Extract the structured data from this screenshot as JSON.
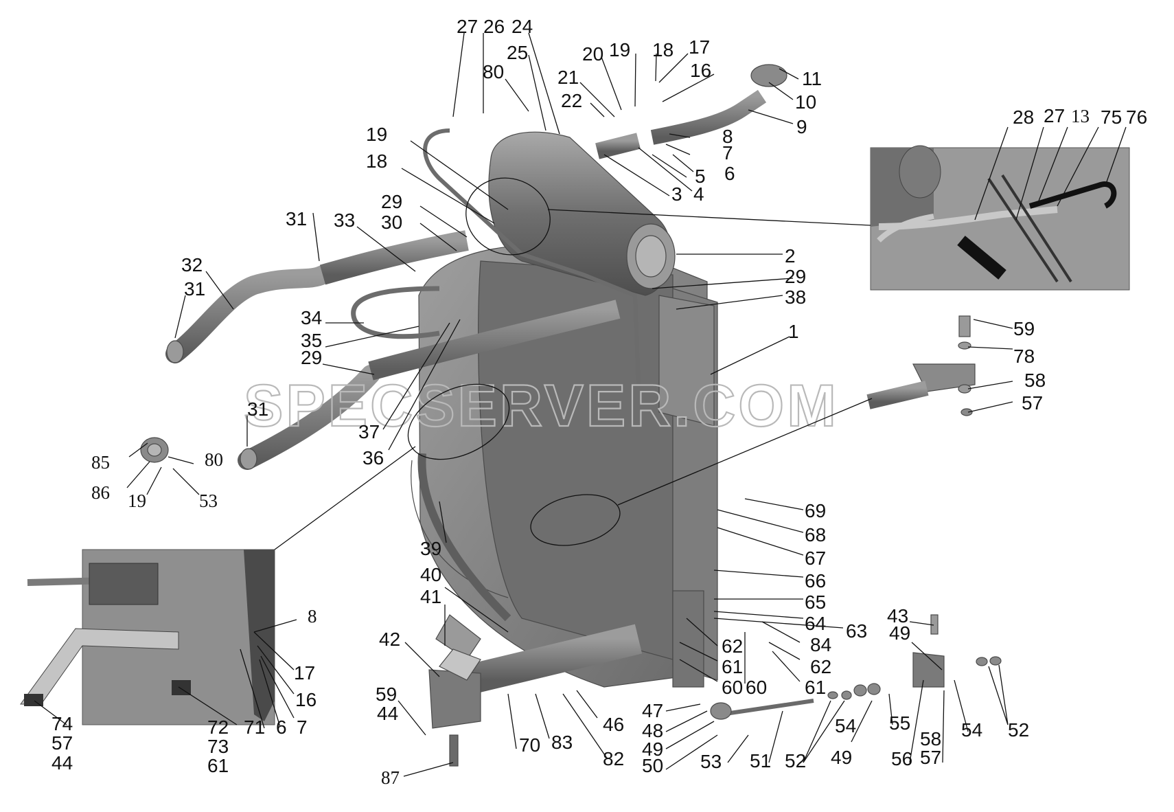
{
  "watermark": "SPECSERVER.COM",
  "callouts": [
    "27",
    "26",
    "24",
    "25",
    "80",
    "20",
    "19",
    "18",
    "17",
    "16",
    "11",
    "10",
    "9",
    "21",
    "22",
    "8",
    "7",
    "6",
    "5",
    "4",
    "3",
    "2",
    "19",
    "18",
    "29",
    "30",
    "33",
    "31",
    "32",
    "31",
    "29",
    "38",
    "1",
    "34",
    "35",
    "29",
    "31",
    "37",
    "36",
    "85",
    "80",
    "86",
    "19",
    "53",
    "28",
    "27",
    "13",
    "75",
    "76",
    "59",
    "78",
    "58",
    "57",
    "69",
    "68",
    "67",
    "66",
    "65",
    "64",
    "63",
    "62",
    "61",
    "60",
    "62",
    "60",
    "61",
    "84",
    "39",
    "40",
    "41",
    "42",
    "59",
    "44",
    "87",
    "70",
    "83",
    "46",
    "82",
    "47",
    "48",
    "49",
    "50",
    "53",
    "51",
    "52",
    "54",
    "49",
    "55",
    "56",
    "58",
    "57",
    "54",
    "52",
    "43",
    "49",
    "8",
    "17",
    "16",
    "7",
    "6",
    "71",
    "72",
    "73",
    "61",
    "74",
    "57",
    "44"
  ],
  "colors": {
    "part_fill": "#8c8c8c",
    "part_dark": "#5a5a5a",
    "part_light": "#b8b8b8",
    "background": "#ffffff",
    "inset_bg": "#9a9a9a"
  }
}
